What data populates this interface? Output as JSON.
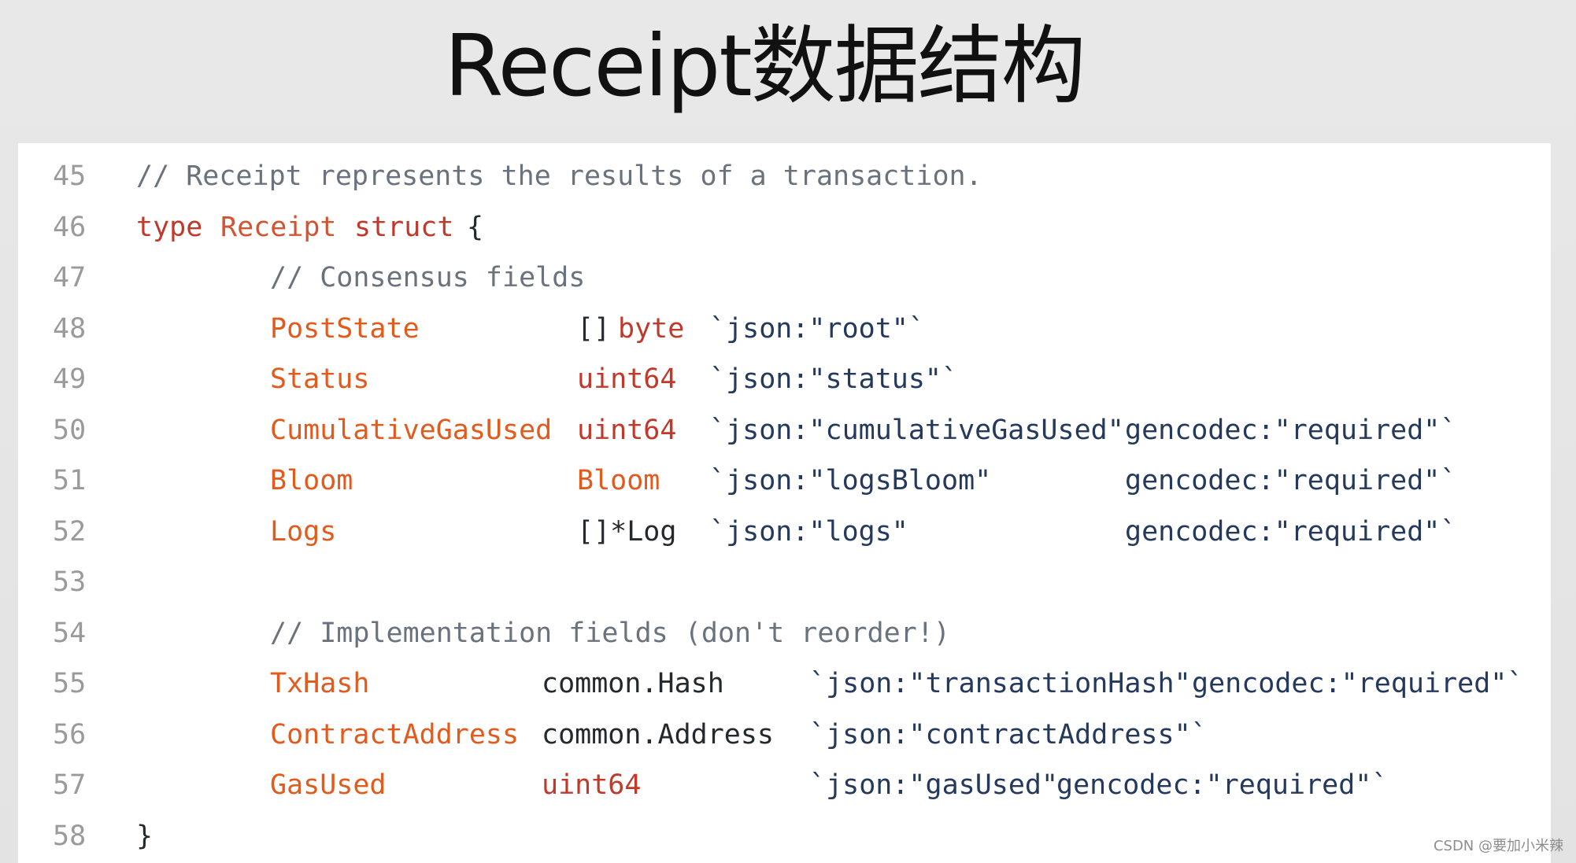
{
  "title": "Receipt数据结构",
  "watermark": "CSDN @要加小米辣",
  "colors": {
    "background": "#e6e6e6",
    "panel": "#ffffff",
    "line_number": "#9a9a9a",
    "comment": "#6a737d",
    "keyword": "#c0392b",
    "field": "#e25a1c",
    "plain": "#24292e",
    "tag": "#24395b"
  },
  "code": {
    "lines": [
      {
        "number": "45",
        "tokens": [
          {
            "text": "// Receipt represents the results of a transaction.",
            "kind": "comment"
          }
        ]
      },
      {
        "number": "46",
        "tokens": [
          {
            "text": "type",
            "kind": "keyword"
          },
          {
            "text": "Receipt",
            "kind": "typename"
          },
          {
            "text": "struct",
            "kind": "keyword"
          },
          {
            "text": "{",
            "kind": "plain"
          }
        ]
      },
      {
        "number": "47",
        "tokens": [
          {
            "text": "// Consensus fields",
            "kind": "comment"
          }
        ]
      },
      {
        "number": "48",
        "tokens": [
          {
            "text": "PostState",
            "kind": "field"
          },
          {
            "text": "[]",
            "kind": "plain"
          },
          {
            "text": "byte",
            "kind": "keyword"
          },
          {
            "text": "`json:\"root\"`",
            "kind": "tag"
          }
        ]
      },
      {
        "number": "49",
        "tokens": [
          {
            "text": "Status",
            "kind": "field"
          },
          {
            "text": "uint64",
            "kind": "keyword"
          },
          {
            "text": "`json:\"status\"`",
            "kind": "tag"
          }
        ]
      },
      {
        "number": "50",
        "tokens": [
          {
            "text": "CumulativeGasUsed",
            "kind": "field"
          },
          {
            "text": "uint64",
            "kind": "keyword"
          },
          {
            "text": "`json:\"cumulativeGasUsed\"",
            "kind": "tag"
          },
          {
            "text": "gencodec:\"required\"`",
            "kind": "tag"
          }
        ]
      },
      {
        "number": "51",
        "tokens": [
          {
            "text": "Bloom",
            "kind": "field"
          },
          {
            "text": "Bloom",
            "kind": "field"
          },
          {
            "text": "`json:\"logsBloom\"",
            "kind": "tag"
          },
          {
            "text": "gencodec:\"required\"`",
            "kind": "tag"
          }
        ]
      },
      {
        "number": "52",
        "tokens": [
          {
            "text": "Logs",
            "kind": "field"
          },
          {
            "text": "[]*Log",
            "kind": "plain"
          },
          {
            "text": "`json:\"logs\"",
            "kind": "tag"
          },
          {
            "text": "gencodec:\"required\"`",
            "kind": "tag"
          }
        ]
      },
      {
        "number": "53",
        "tokens": []
      },
      {
        "number": "54",
        "tokens": [
          {
            "text": "// Implementation fields (don't reorder!)",
            "kind": "comment"
          }
        ]
      },
      {
        "number": "55",
        "tokens": [
          {
            "text": "TxHash",
            "kind": "field"
          },
          {
            "text": "common.Hash",
            "kind": "plain"
          },
          {
            "text": "`json:\"transactionHash\"",
            "kind": "tag"
          },
          {
            "text": "gencodec:\"required\"`",
            "kind": "tag"
          }
        ]
      },
      {
        "number": "56",
        "tokens": [
          {
            "text": "ContractAddress",
            "kind": "field"
          },
          {
            "text": "common.Address",
            "kind": "plain"
          },
          {
            "text": "`json:\"contractAddress\"`",
            "kind": "tag"
          }
        ]
      },
      {
        "number": "57",
        "tokens": [
          {
            "text": "GasUsed",
            "kind": "field"
          },
          {
            "text": "uint64",
            "kind": "keyword"
          },
          {
            "text": "`json:\"gasUsed\"",
            "kind": "tag"
          },
          {
            "text": "gencodec:\"required\"`",
            "kind": "tag"
          }
        ]
      },
      {
        "number": "58",
        "tokens": [
          {
            "text": "}",
            "kind": "plain"
          }
        ]
      }
    ]
  }
}
